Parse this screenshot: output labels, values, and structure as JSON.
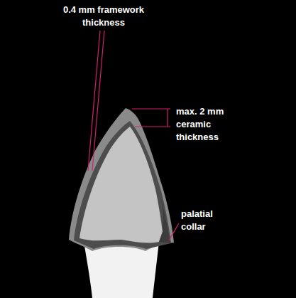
{
  "diagram": {
    "labels": [
      "0.4 mm framework thickness",
      "max. 2 mm ceramic thickness",
      "palatial collar"
    ]
  }
}
